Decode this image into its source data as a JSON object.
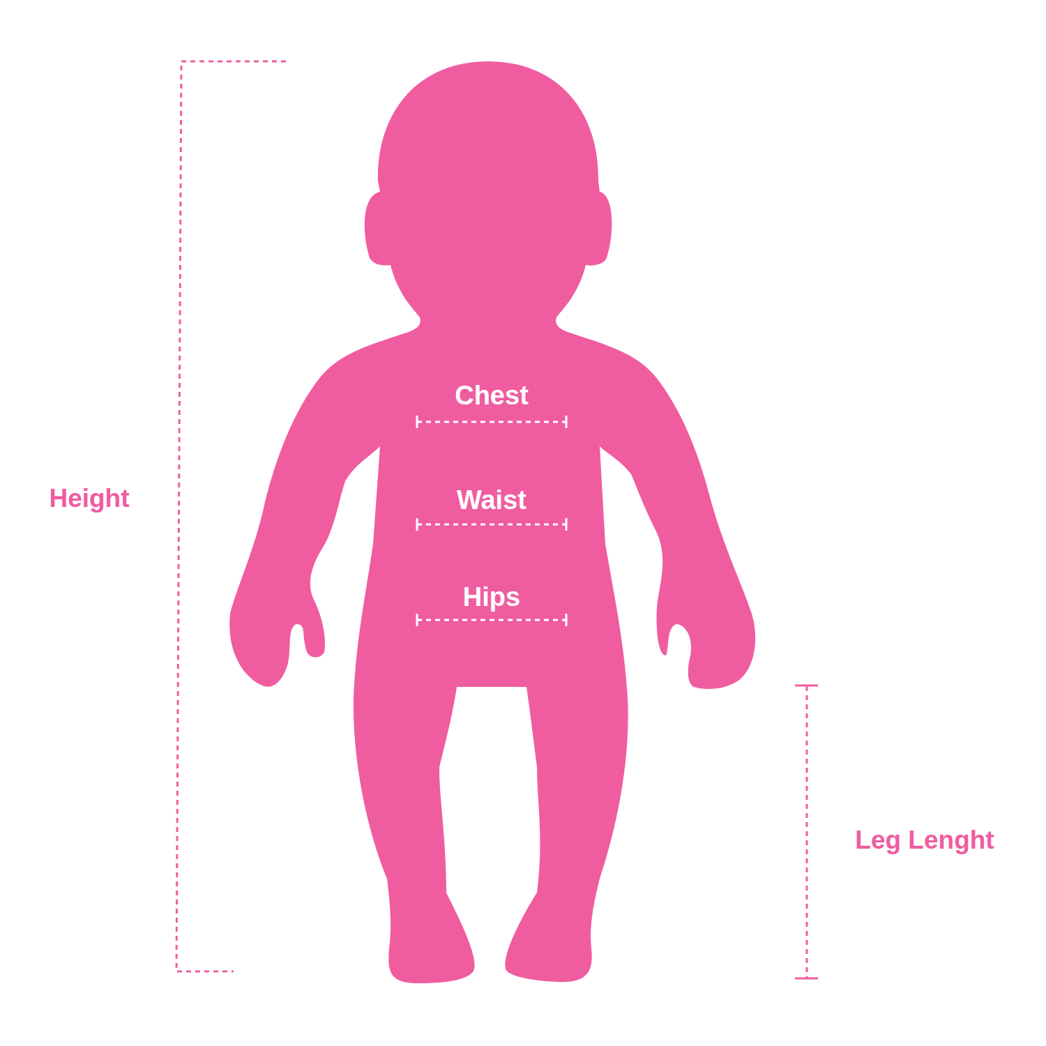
{
  "diagram": {
    "labels": [
      "Height",
      "Chest",
      "Waist",
      "Hips",
      "Leg Lenght"
    ]
  }
}
